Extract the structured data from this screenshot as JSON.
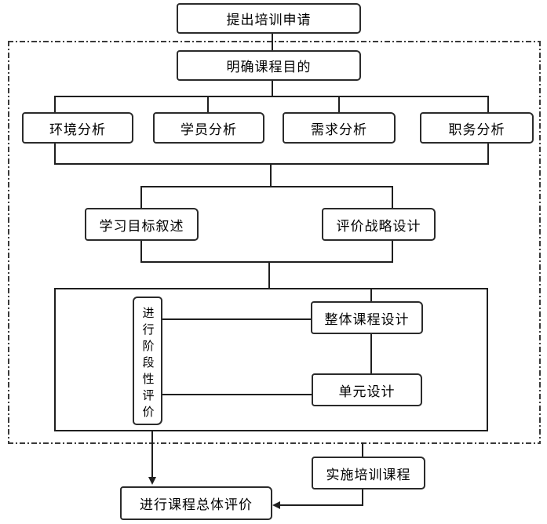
{
  "diagram": {
    "title": "training-course-design-flowchart",
    "nodes": {
      "submit_request": {
        "label": "提出培训申请"
      },
      "clarify_purpose": {
        "label": "明确课程目的"
      },
      "env_analysis": {
        "label": "环境分析"
      },
      "trainee_analysis": {
        "label": "学员分析"
      },
      "needs_analysis": {
        "label": "需求分析"
      },
      "job_analysis": {
        "label": "职务分析"
      },
      "learning_objectives": {
        "label": "学习目标叙述"
      },
      "evaluation_strategy": {
        "label": "评价战略设计"
      },
      "phased_evaluation": {
        "label": "进行阶段性评价"
      },
      "overall_course_design": {
        "label": "整体课程设计"
      },
      "unit_design": {
        "label": "单元设计"
      },
      "implement_course": {
        "label": "实施培训课程"
      },
      "overall_evaluation": {
        "label": "进行课程总体评价"
      }
    },
    "colors": {
      "background": "#ffffff",
      "line": "#1f1f1f",
      "box_border": "#2b2b2b",
      "text": "#000000"
    }
  }
}
